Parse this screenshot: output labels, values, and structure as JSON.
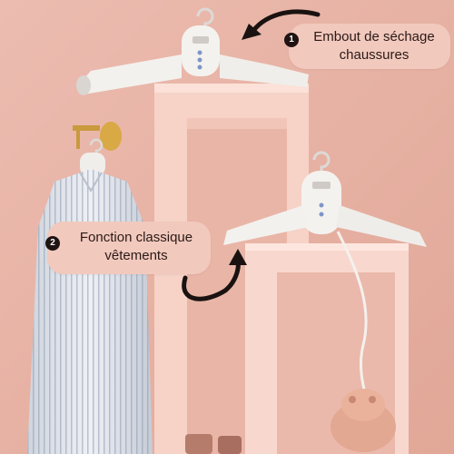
{
  "callouts": [
    {
      "number": "1",
      "line1": "Embout de  séchage",
      "line2": "chaussures"
    },
    {
      "number": "2",
      "line1": "Fonction classique",
      "line2": "vêtements"
    }
  ],
  "colors": {
    "wall": "#e7b3a6",
    "cabinet": "#f6cfc3",
    "callout_bg": "#f2c9bd",
    "hanger": "#f3f1ee",
    "arrow": "#1a1210"
  }
}
